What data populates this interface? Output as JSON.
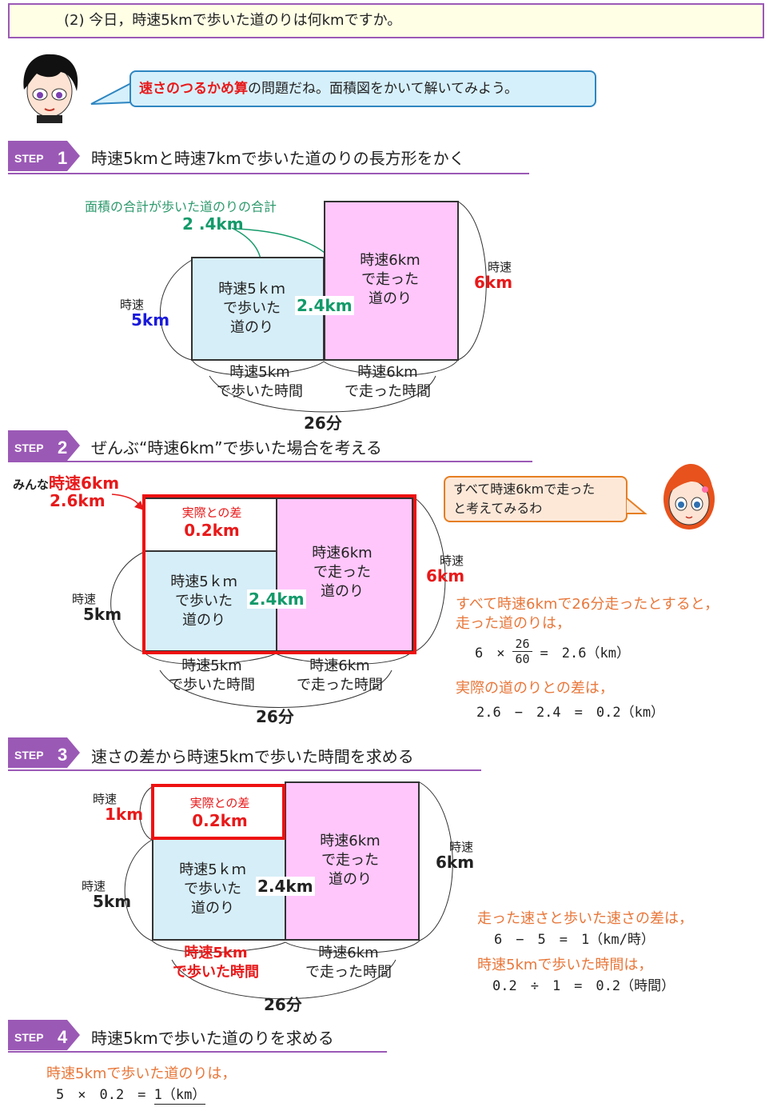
{
  "question": "(2) 今日，時速5kmで歩いた道のりは何kmですか。",
  "intro": {
    "highlight": "速さのつるかめ算",
    "rest": "の問題だね。面積図をかいて解いてみよう。"
  },
  "step_word": "STEP",
  "steps": [
    {
      "num": "1",
      "title": "時速5kmと時速7kmで歩いた道のりの長方形をかく"
    },
    {
      "num": "2",
      "title": "ぜんぶ“時速6km”で歩いた場合を考える"
    },
    {
      "num": "3",
      "title": "速さの差から時速5kmで歩いた時間を求める"
    },
    {
      "num": "4",
      "title": "時速5kmで歩いた道のりを求める"
    }
  ],
  "common": {
    "speed": "時速",
    "v5": "5km",
    "v6": "6km",
    "v1": "1km",
    "walk5_lines": [
      "時速5ｋｍ",
      "で歩いた",
      "道のり"
    ],
    "walk6_lines": [
      "時速6km",
      "で走った",
      "道のり"
    ],
    "time5_lines": [
      "時速5km",
      "で歩いた時間"
    ],
    "time6_lines": [
      "時速6km",
      "で走った時間"
    ],
    "total_time": "26分",
    "dist_total": "2.4km",
    "diff_label": "実際との差",
    "diff_val": "0.2km"
  },
  "step1": {
    "area_note": "面積の合計が歩いた道のりの合計",
    "area_value": "2 .4km"
  },
  "step2": {
    "all_prefix": "みんな",
    "all_speed": "時速6km",
    "all_dist": "2.6km",
    "bubble_lines": [
      "すべて時速6kmで走った",
      "と考えてみるわ"
    ],
    "exp1_lines": [
      "すべて時速6kmで26分走ったとすると，",
      "走った道のりは，"
    ],
    "calc1_a": "6　×",
    "calc1_num": "26",
    "calc1_den": "60",
    "calc1_b": "=　2.6（km）",
    "exp2": "実際の道のりとの差は，",
    "calc2": "2.6　−　2.4　=　0.2（km）"
  },
  "step3": {
    "exp1": "走った速さと歩いた速さの差は，",
    "calc1": "6　−　5　=　1（km/時）",
    "exp2": "時速5kmで歩いた時間は，",
    "calc2": "0.2　÷　1　=　0.2（時間）"
  },
  "step4": {
    "exp": "時速5kmで歩いた道のりは，",
    "calc_a": "5　×　0.2　=",
    "calc_b": "1（km）"
  },
  "colors": {
    "purple": "#9b59b6",
    "blue_fill": "#d6eef8",
    "pink_fill": "#ffc6fb",
    "red": "#e8191a",
    "green": "#139a6a",
    "orange": "#e8773a"
  }
}
